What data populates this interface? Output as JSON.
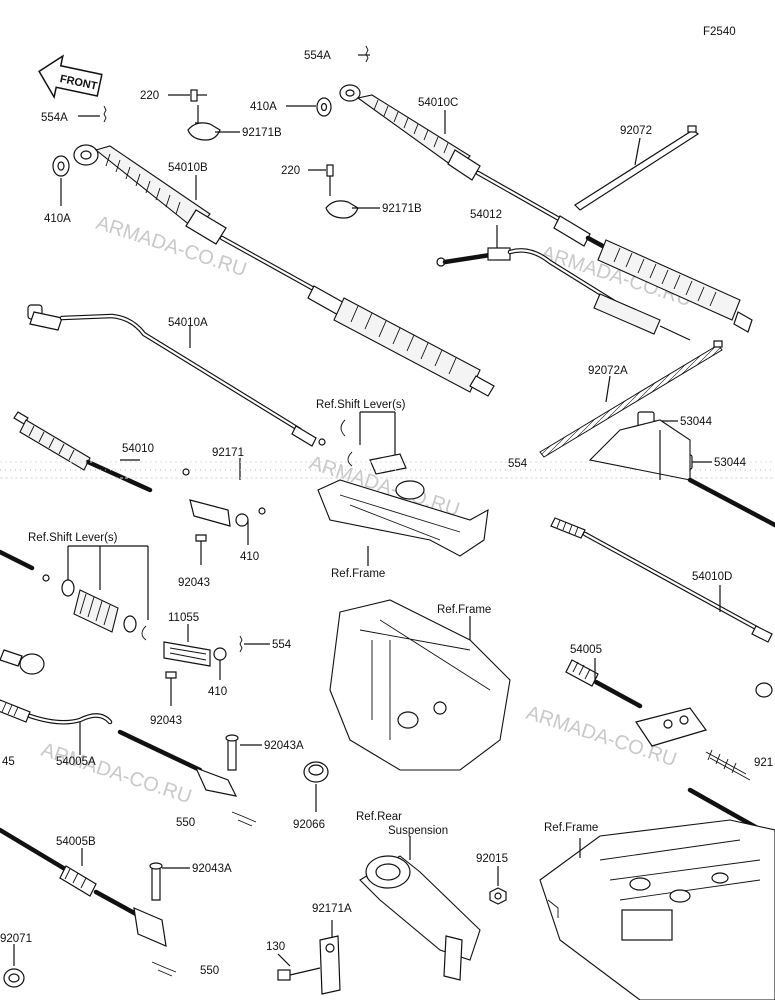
{
  "figure_code": "F2540",
  "front_badge": "FRONT",
  "watermark": "ARMADA-CO.RU",
  "labels": {
    "l554A_top": "554A",
    "l554A_left": "554A",
    "l220_a": "220",
    "l220_b": "220",
    "l410A_a": "410A",
    "l410A_b": "410A",
    "l92171B_a": "92171B",
    "l92171B_b": "92171B",
    "l54010C": "54010C",
    "l54010B": "54010B",
    "l54012": "54012",
    "l92072": "92072",
    "l92072A": "92072A",
    "l54010A": "54010A",
    "l54010": "54010",
    "l92171": "92171",
    "ref_shift_lever_a": "Ref.Shift Lever(s)",
    "ref_shift_lever_b": "Ref.Shift Lever(s)",
    "l53044_a": "53044",
    "l53044_b": "53044",
    "l554": "554",
    "l554_b": "554",
    "l410_a": "410",
    "l410_b": "410",
    "l92043_a": "92043",
    "l92043_b": "92043",
    "ref_frame_a": "Ref.Frame",
    "ref_frame_b": "Ref.Frame",
    "ref_frame_c": "Ref.Frame",
    "l54010D": "54010D",
    "l11055": "11055",
    "l54005": "54005",
    "l92043A_a": "92043A",
    "l92043A_b": "92043A",
    "l45": "45",
    "l54005A": "54005A",
    "l92066": "92066",
    "l550_a": "550",
    "l550_b": "550",
    "l921": "921",
    "ref_rear_suspension_1": "Ref.Rear",
    "ref_rear_suspension_2": "Suspension",
    "l54005B": "54005B",
    "l92015": "92015",
    "l92171A": "92171A",
    "l130": "130",
    "l92071": "92071"
  }
}
